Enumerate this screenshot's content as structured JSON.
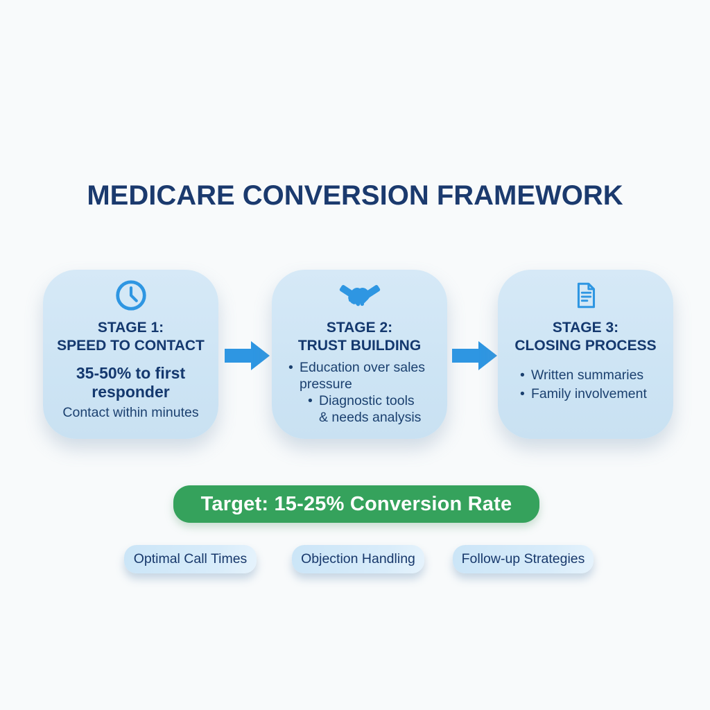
{
  "title": "MEDICARE CONVERSION FRAMEWORK",
  "glyphs": {
    "bullet": "•"
  },
  "colors": {
    "background": "#f8fafb",
    "card_fill": "#cfe5f4",
    "navy_text": "#14386e",
    "title_navy": "#1b3a6e",
    "accent_blue": "#2e96e2",
    "banner_green": "#35a25c",
    "banner_text": "#ffffff",
    "chip_fill": "#d2e8f8"
  },
  "stages": [
    {
      "icon": "clock-icon",
      "heading_line1": "STAGE 1:",
      "heading_line2": "SPEED TO CONTACT",
      "emphasis_line1": "35-50% to first",
      "emphasis_line2": "responder",
      "note": "Contact within minutes"
    },
    {
      "icon": "handshake-icon",
      "heading_line1": "STAGE 2:",
      "heading_line2": "TRUST BUILDING",
      "bullets": [
        {
          "lines": [
            "Education over sales",
            "pressure"
          ]
        },
        {
          "lines": [
            "Diagnostic tools",
            "& needs analysis"
          ]
        }
      ]
    },
    {
      "icon": "document-icon",
      "heading_line1": "STAGE 3:",
      "heading_line2": "CLOSING PROCESS",
      "bullets": [
        {
          "lines": [
            "Written summaries"
          ]
        },
        {
          "lines": [
            "Family involvement"
          ]
        }
      ]
    }
  ],
  "banner": {
    "label": "Target: 15-25% Conversion Rate"
  },
  "chips": [
    {
      "label": "Optimal Call Times"
    },
    {
      "label": "Objection Handling"
    },
    {
      "label": "Follow-up Strategies"
    }
  ]
}
